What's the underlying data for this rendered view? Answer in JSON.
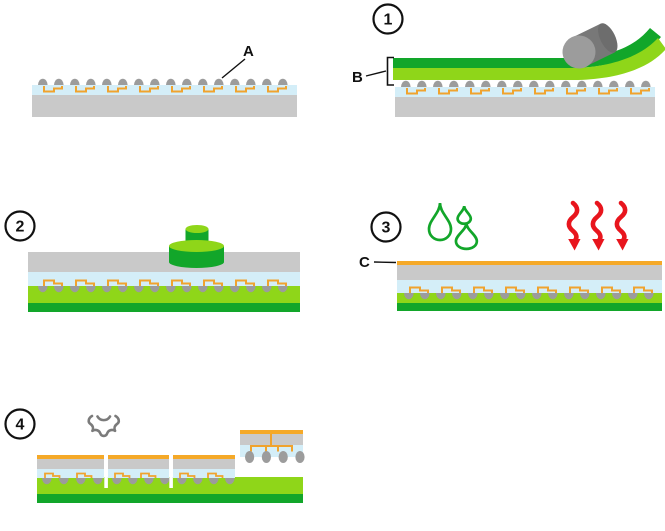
{
  "panels": {
    "base": {
      "label": "A"
    },
    "step1": {
      "number": "1",
      "label": "B"
    },
    "step2": {
      "number": "2"
    },
    "step3": {
      "number": "3"
    },
    "step3b": {
      "label": "C"
    },
    "step4": {
      "number": "4"
    }
  },
  "icons": {
    "roller": "lamination-roller-icon",
    "press": "press-die-icon",
    "droplets": "solvent-droplets-icon",
    "heat": "heat-arrows-icon",
    "gear": "dicing-gear-icon"
  },
  "colors": {
    "film_dark_green": "#12a62a",
    "film_light_green": "#8fd619",
    "passivation_blue": "#d4eef8",
    "substrate_gray": "#c9c9c9",
    "bump_gray": "#9c9c9c",
    "trace_orange": "#f0a32e",
    "heat_red": "#e8151d",
    "outline_black": "#111111"
  }
}
